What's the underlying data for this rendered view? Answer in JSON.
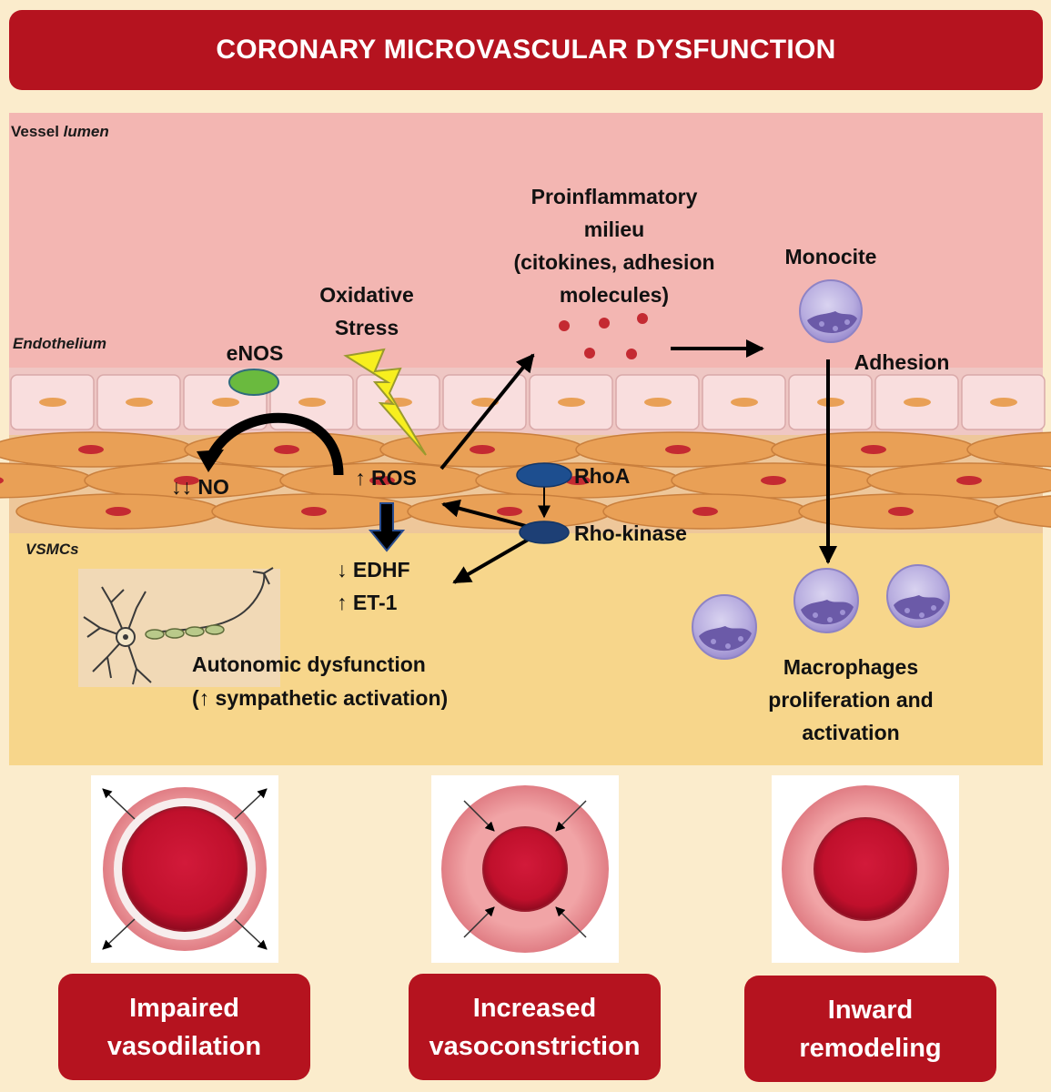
{
  "title": "CORONARY MICROVASCULAR DYSFUNCTION",
  "zones": {
    "lumen_prefix": "Vessel ",
    "lumen_italic": "lumen",
    "endothelium": "Endothelium",
    "vsmcs": "VSMCs"
  },
  "labels": {
    "enos": "eNOS",
    "oxidative_stress": [
      "Oxidative",
      "Stress"
    ],
    "no": "↓↓ NO",
    "ros": "↑ ROS",
    "proinflammatory": [
      "Proinflammatory",
      "milieu",
      "(citokines, adhesion",
      "molecules)"
    ],
    "monocite": "Monocite",
    "adhesion": "Adhesion",
    "rhoa": "RhoA",
    "rho_kinase": "Rho-kinase",
    "edhf": "↓ EDHF",
    "et1": "↑ ET-1",
    "autonomic": [
      "Autonomic dysfunction",
      "(↑ sympathetic activation)"
    ],
    "macrophages": [
      "Macrophages",
      "proliferation and",
      "activation"
    ]
  },
  "outcomes": [
    {
      "line1": "Impaired",
      "line2": "vasodilation"
    },
    {
      "line1": "Increased",
      "line2": "vasoconstriction"
    },
    {
      "line1": "Inward",
      "line2": "remodeling"
    }
  ],
  "colors": {
    "title_red": "#b5131f",
    "lumen_pink": "#f3b6b2",
    "vsmc_yellow": "#f7d68b",
    "background": "#fbeccc",
    "cell_orange": "#e9a056",
    "nucleus_red": "#c42a32",
    "enos_green": "#6aba3e",
    "rho_blue": "#1d4e8f",
    "lightning_yellow": "#f7ef1e",
    "monocyte_purple": "#7b6fb8"
  },
  "icons": [
    "lightning-icon",
    "neuron-icon",
    "monocyte-icon",
    "vessel-cross-section-icon"
  ]
}
